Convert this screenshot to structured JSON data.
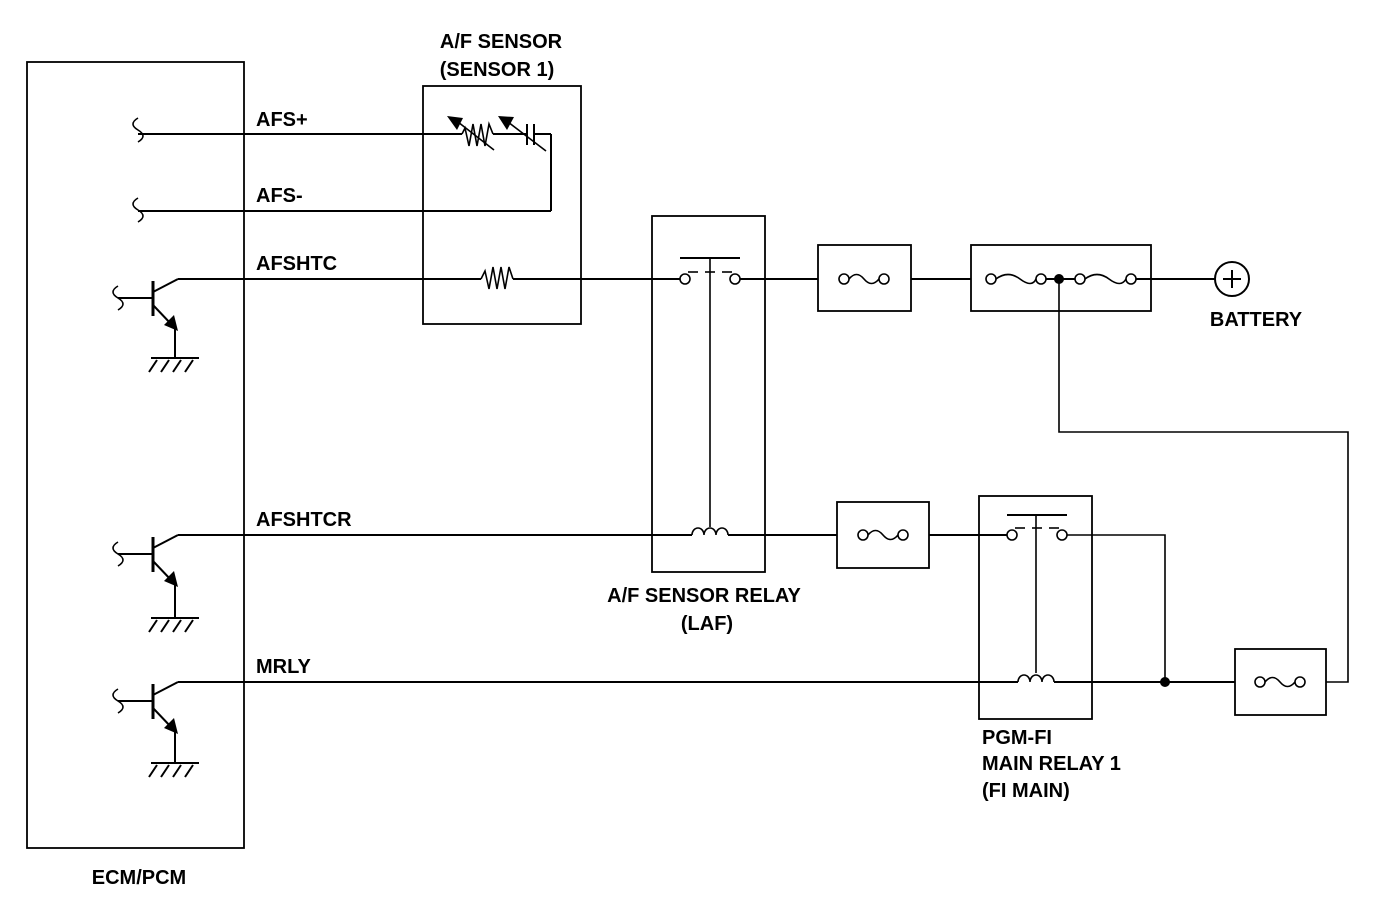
{
  "components": {
    "ecm": {
      "label": "ECM/PCM"
    },
    "af_sensor": {
      "label_line1": "A/F SENSOR",
      "label_line2": "(SENSOR 1)"
    },
    "af_sensor_relay": {
      "label_line1": "A/F SENSOR RELAY",
      "label_line2": "(LAF)"
    },
    "pgm_fi_relay": {
      "label_line1": "PGM-FI",
      "label_line2": "MAIN RELAY 1",
      "label_line3": "(FI MAIN)"
    },
    "battery": {
      "label": "BATTERY"
    }
  },
  "wires": {
    "afs_plus": "AFS+",
    "afs_minus": "AFS-",
    "afshtc": "AFSHTC",
    "afshtcr": "AFSHTCR",
    "mrly": "MRLY"
  }
}
